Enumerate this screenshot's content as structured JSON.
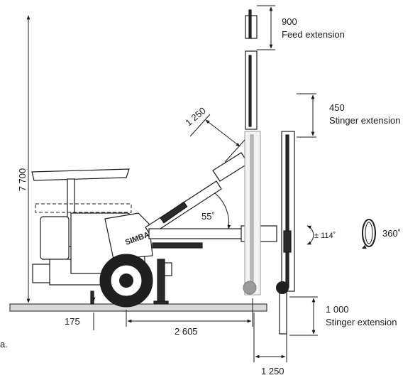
{
  "dimensions": {
    "height_total": "7 700",
    "feed_extension_value": "900",
    "feed_extension_label": "Feed extension",
    "stinger_extension_top_value": "450",
    "stinger_extension_top_label": "Stinger extension",
    "boom_extension_value": "1 250",
    "boom_angle": "55˚",
    "rotation_angle": "± 114˚",
    "rotation_full": "360˚",
    "ground_clearance": "175",
    "wheelbase_reach": "2 605",
    "stinger_extension_bottom_value": "1 000",
    "stinger_extension_bottom_label": "Stinger extension",
    "side_reach": "1 250"
  },
  "machine": {
    "brand_label": "SIMBA"
  },
  "footnote": "a."
}
